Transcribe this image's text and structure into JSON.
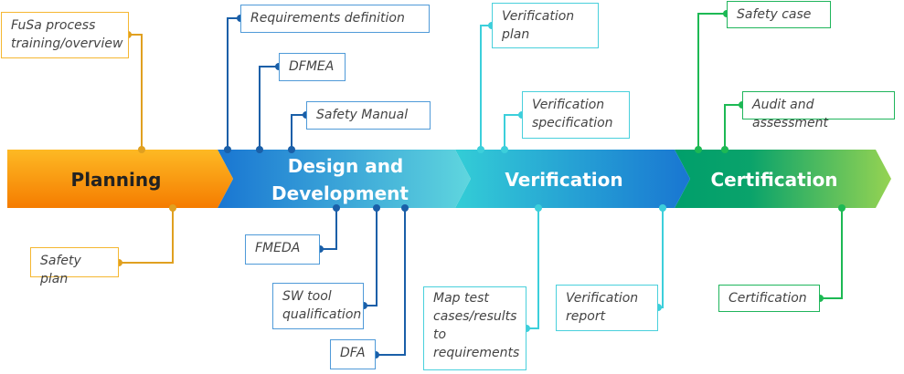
{
  "phases": [
    {
      "label": "Planning",
      "color": "#f39200"
    },
    {
      "label_line1": "Design and",
      "label_line2": "Development",
      "color": "#1a7bd1"
    },
    {
      "label": "Verification",
      "color": "#2dc8d4"
    },
    {
      "label": "Certification",
      "color": "#0aa36b"
    }
  ],
  "boxes": {
    "fusa_training": "FuSa process training/overview",
    "safety_plan": "Safety plan",
    "requirements_definition": "Requirements definition",
    "dfmea": "DFMEA",
    "safety_manual": "Safety Manual",
    "fmeda": "FMEDA",
    "sw_tool_qualification": "SW tool qualification",
    "dfa": "DFA",
    "verification_plan": "Verification plan",
    "verification_specification": "Verification specification",
    "map_test_cases": "Map test cases/results to requirements",
    "verification_report": "Verification report",
    "safety_case": "Safety case",
    "audit_assessment": "Audit and assessment",
    "certification": "Certification"
  }
}
